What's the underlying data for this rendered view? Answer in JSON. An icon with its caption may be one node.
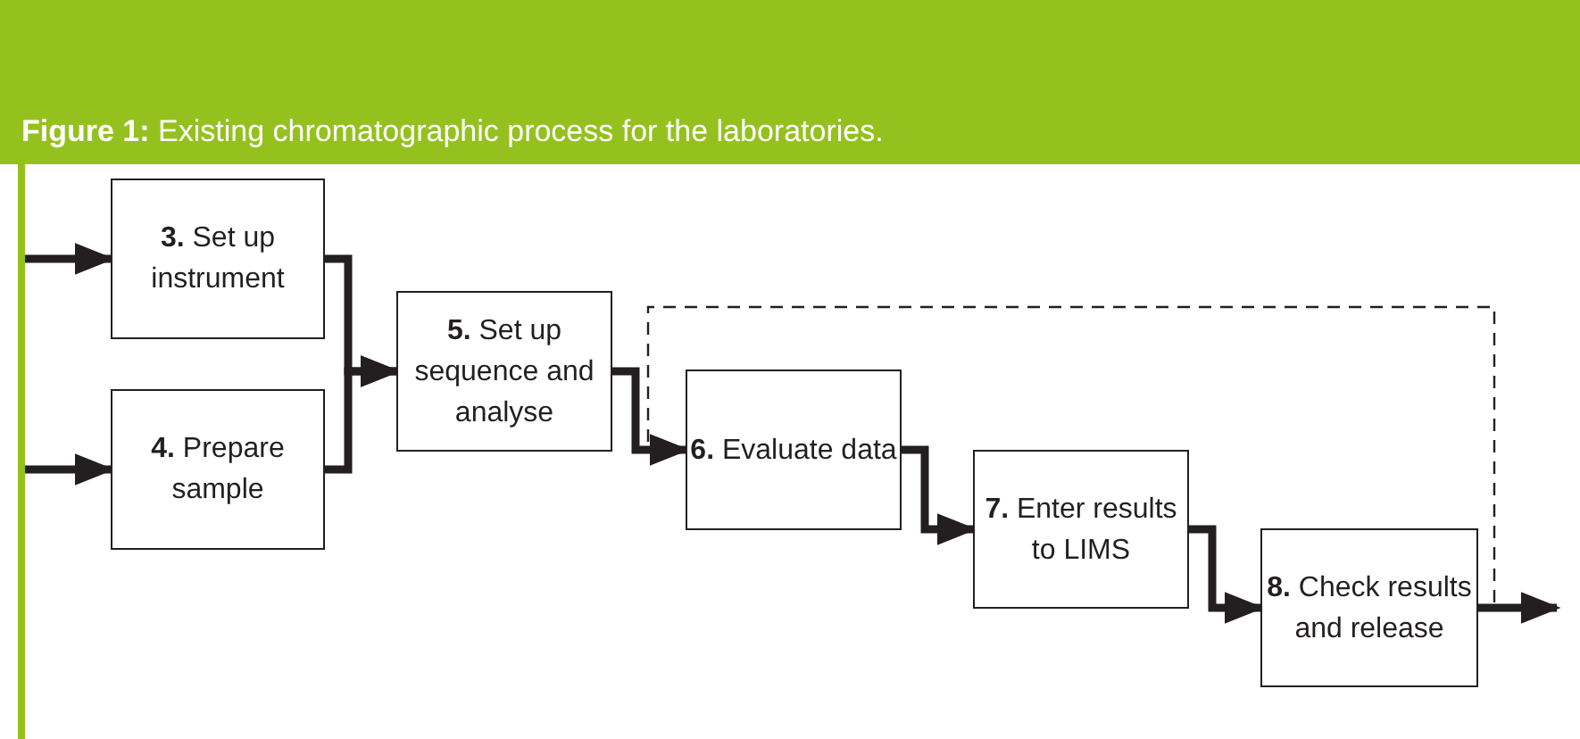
{
  "diagram": {
    "title": "**Figure 1:** Existing chromatographic process for the laboratories.",
    "nodes": [
      {
        "text": [
          "**3.** Set up instrument"
        ]
      },
      {
        "text": [
          "**4.** Prepare sample"
        ]
      },
      {
        "text": [
          "**5.** Set up sequence and analyse"
        ]
      },
      {
        "text": [
          "**6.** Evaluate data"
        ]
      },
      {
        "text": [
          "**7.** Enter results to LIMS"
        ]
      },
      {
        "text": [
          "**8.** Check results and release"
        ]
      }
    ],
    "edges": [
      {
        "from": null,
        "to": 0,
        "arrow": "to"
      },
      {
        "from": null,
        "to": 1,
        "arrow": "to"
      },
      {
        "from": 0,
        "to": 2,
        "arrow": "to"
      },
      {
        "from": 1,
        "to": 2,
        "arrow": "to"
      },
      {
        "from": 2,
        "to": 3,
        "arrow": "to"
      },
      {
        "from": 3,
        "to": 4,
        "arrow": "to"
      },
      {
        "from": 4,
        "to": 5,
        "arrow": "to"
      },
      {
        "from": 5,
        "to": null,
        "arrow": "to"
      },
      {
        "from": 5,
        "to": 3,
        "arrow": "to",
        "style": "dashed"
      }
    ]
  }
}
